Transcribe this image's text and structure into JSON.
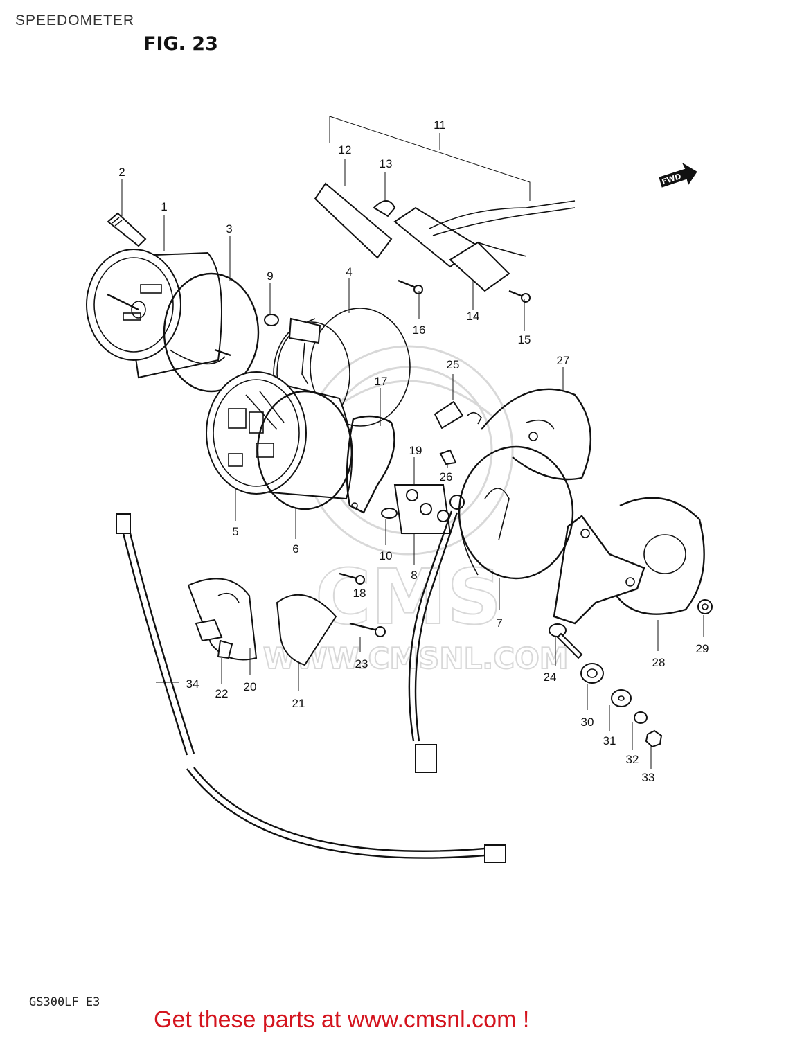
{
  "header": {
    "title": "SPEEDOMETER",
    "figure": "FIG. 23"
  },
  "footer": {
    "model": "GS300LF E3",
    "promo": "Get these parts at www.cmsnl.com !"
  },
  "direction_badge": "FWD",
  "watermark": {
    "brand": "CMS",
    "url": "WWW.CMSNL.COM"
  },
  "parts": [
    {
      "id": "p1",
      "label": "1"
    },
    {
      "id": "p2",
      "label": "2"
    },
    {
      "id": "p3",
      "label": "3"
    },
    {
      "id": "p4",
      "label": "4"
    },
    {
      "id": "p5",
      "label": "5"
    },
    {
      "id": "p6",
      "label": "6"
    },
    {
      "id": "p7",
      "label": "7"
    },
    {
      "id": "p8",
      "label": "8"
    },
    {
      "id": "p9",
      "label": "9"
    },
    {
      "id": "p10",
      "label": "10"
    },
    {
      "id": "p11",
      "label": "11"
    },
    {
      "id": "p12",
      "label": "12"
    },
    {
      "id": "p13",
      "label": "13"
    },
    {
      "id": "p14",
      "label": "14"
    },
    {
      "id": "p15",
      "label": "15"
    },
    {
      "id": "p16",
      "label": "16"
    },
    {
      "id": "p17",
      "label": "17"
    },
    {
      "id": "p18",
      "label": "18"
    },
    {
      "id": "p19",
      "label": "19"
    },
    {
      "id": "p20",
      "label": "20"
    },
    {
      "id": "p21",
      "label": "21"
    },
    {
      "id": "p22",
      "label": "22"
    },
    {
      "id": "p23",
      "label": "23"
    },
    {
      "id": "p24",
      "label": "24"
    },
    {
      "id": "p25",
      "label": "25"
    },
    {
      "id": "p26",
      "label": "26"
    },
    {
      "id": "p27",
      "label": "27"
    },
    {
      "id": "p28",
      "label": "28"
    },
    {
      "id": "p29",
      "label": "29"
    },
    {
      "id": "p30",
      "label": "30"
    },
    {
      "id": "p31",
      "label": "31"
    },
    {
      "id": "p32",
      "label": "32"
    },
    {
      "id": "p33",
      "label": "33"
    },
    {
      "id": "p34",
      "label": "34"
    }
  ]
}
